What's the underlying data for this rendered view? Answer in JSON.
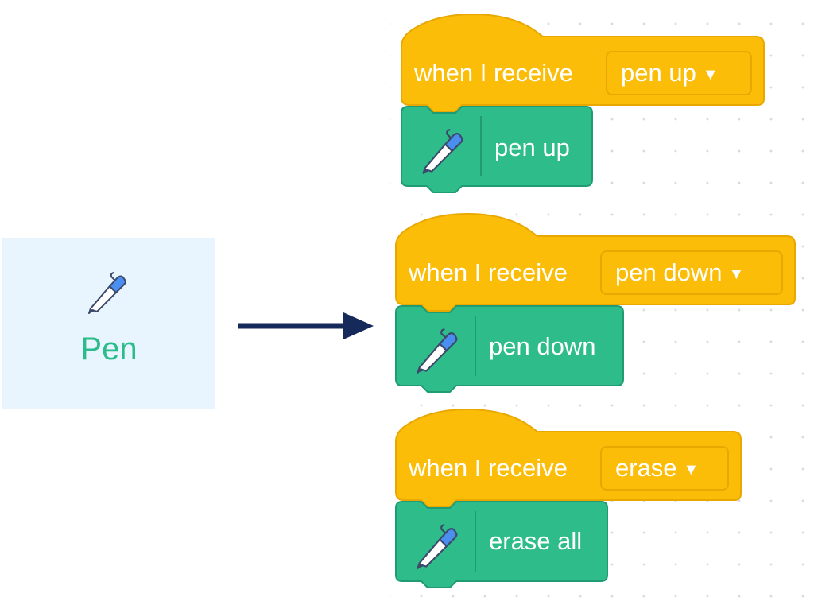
{
  "pen_category": {
    "label": "Pen",
    "icon": "pen-icon"
  },
  "colors": {
    "event_block": "#fbbd08",
    "pen_block": "#2ebd8a",
    "tile_background": "#e8f5fe",
    "arrow": "#15295a"
  },
  "scripts": [
    {
      "hat": {
        "label": "when I receive",
        "dropdown": "pen up",
        "dropdown_arrow": "▼"
      },
      "command": {
        "label": "pen up",
        "icon": "pen-icon"
      }
    },
    {
      "hat": {
        "label": "when I receive",
        "dropdown": "pen down",
        "dropdown_arrow": "▼"
      },
      "command": {
        "label": "pen down",
        "icon": "pen-icon"
      }
    },
    {
      "hat": {
        "label": "when I receive",
        "dropdown": "erase",
        "dropdown_arrow": "▼"
      },
      "command": {
        "label": "erase all",
        "icon": "pen-icon"
      }
    }
  ]
}
